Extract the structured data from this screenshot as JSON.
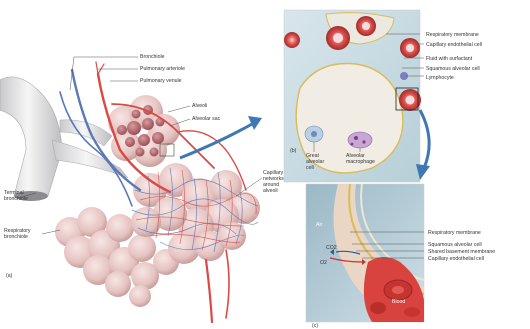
{
  "panel_a": {
    "letter": "(a)",
    "labels": {
      "bronchiole": "Bronchiole",
      "pulmonary_arteriole": "Pulmonary arteriole",
      "pulmonary_venule": "Pulmonary venule",
      "alveoli": "Alveoli",
      "alveolar_sac": "Alveolar sac",
      "terminal_bronchiole": "Terminal\nbronchiole",
      "respiratory_bronchiole": "Respiratory\nbronchiole",
      "capillary_networks": "Capillary\nnetworks\naround\nalveoli"
    }
  },
  "panel_b": {
    "letter": "(b)",
    "labels": {
      "respiratory_membrane": "Respiratory membrane",
      "capillary_endothelial_cell": "Capillary endothelial cell",
      "fluid_with_surfactant": "Fluid with surfactant",
      "squamous_alveolar_cell": "Squamous alveolar cell",
      "lymphocyte": "Lymphocyte",
      "great_alveolar_cell": "Great\nalveolar\ncell",
      "alveolar_macrophage": "Alveolar\nmacrophage"
    }
  },
  "panel_c": {
    "letter": "(c)",
    "labels": {
      "air": "Air",
      "co2": "CO2",
      "o2": "O2",
      "blood": "Blood",
      "respiratory_membrane": "Respiratory membrane",
      "squamous_alveolar_cell": "Squamous alveolar cell",
      "shared_basement_membrane": "Shared basement membrane",
      "capillary_endothelial_cell": "Capillary endothelial cell"
    }
  },
  "colors": {
    "alveolus": "#e9c9c8",
    "artery": "#d94a45",
    "vein": "#5b79b5",
    "callout_arrow": "#3f78b4",
    "wall": "#c9d9e0"
  }
}
